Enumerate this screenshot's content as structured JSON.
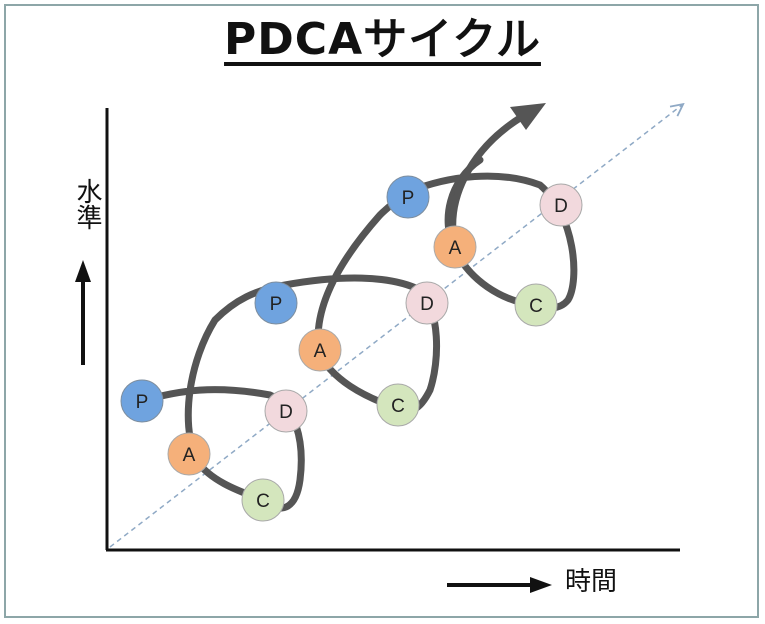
{
  "title": "PDCAサイクル",
  "axis": {
    "y_label": "水準",
    "x_label": "時間"
  },
  "colors": {
    "P": "#6fa3df",
    "D": "#f2d9dd",
    "C": "#d4e6bd",
    "A": "#f5b07a",
    "path": "#555555",
    "dashed": "#8fa9c5",
    "axis": "#111111"
  },
  "cycles": [
    {
      "P": "P",
      "D": "D",
      "C": "C",
      "A": "A"
    },
    {
      "P": "P",
      "D": "D",
      "C": "C",
      "A": "A"
    },
    {
      "P": "P",
      "D": "D",
      "C": "C",
      "A": "A"
    }
  ]
}
